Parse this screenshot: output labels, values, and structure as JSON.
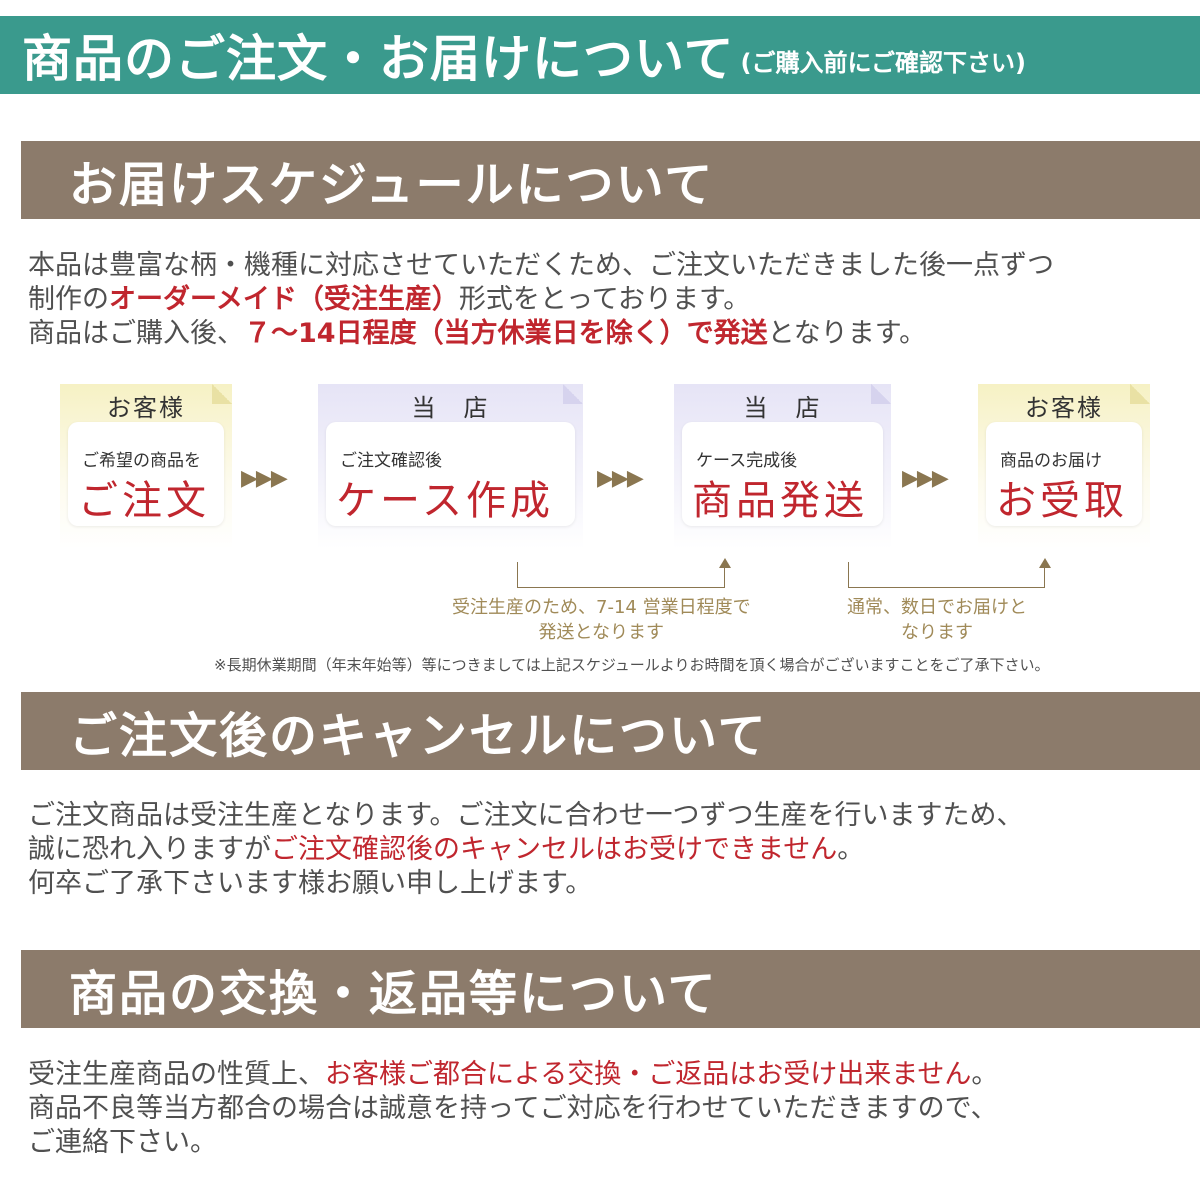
{
  "header": {
    "title": "商品のご注文・お届けについて",
    "subtitle": "(ご購入前にご確認下さい)",
    "bg_color": "#3a9a8d"
  },
  "sections": {
    "schedule": {
      "heading": "お届けスケジュールについて",
      "line1": "本品は豊富な柄・機種に対応させていただくため、ご注文いただきました後一点ずつ",
      "line2_a": "制作の",
      "line2_b": "オーダーメイド（受注生産）",
      "line2_c": "形式をとっております。",
      "line3_a": "商品はご購入後、",
      "line3_b": "７～14日程度（当方休業日を除く）で発送",
      "line3_c": "となります。"
    },
    "cancel": {
      "heading": "ご注文後のキャンセルについて",
      "line1": "ご注文商品は受注生産となります。ご注文に合わせ一つずつ生産を行いますため、",
      "line2_a": "誠に恐れ入りますが",
      "line2_b": "ご注文確認後のキャンセルはお受けできません",
      "line2_c": "。",
      "line3": "何卒ご了承下さいます様お願い申し上げます。"
    },
    "returns": {
      "heading": "商品の交換・返品等について",
      "line1_a": "受注生産商品の性質上、",
      "line1_b": "お客様ご都合による交換・ご返品はお受け出来ません",
      "line1_c": "。",
      "line2": "商品不良等当方都合の場合は誠意を持ってご対応を行わせていただきますので、",
      "line3": "ご連絡下さい。"
    }
  },
  "flow": {
    "steps": [
      {
        "actor": "お客様",
        "small": "ご希望の商品を",
        "big": "ご注文"
      },
      {
        "actor": "当　店",
        "small": "ご注文確認後",
        "big": "ケース作成"
      },
      {
        "actor": "当　店",
        "small": "ケース完成後",
        "big": "商品発送"
      },
      {
        "actor": "お客様",
        "small": "商品のお届け",
        "big": "お受取"
      }
    ],
    "arrow": "▶▶▶",
    "note1_line1": "受注生産のため、7-14 営業日程度で",
    "note1_line2": "発送となります",
    "note2_line1": "通常、数日でお届けと",
    "note2_line2": "なります",
    "disclaimer": "※長期休業期間（年末年始等）等につきましては上記スケジュールよりお時間を頂く場合がございますことをご了承下さい。"
  },
  "colors": {
    "section_bar": "#8c7b6b",
    "accent_red": "#c0262e",
    "note_gold": "#a08a58"
  }
}
